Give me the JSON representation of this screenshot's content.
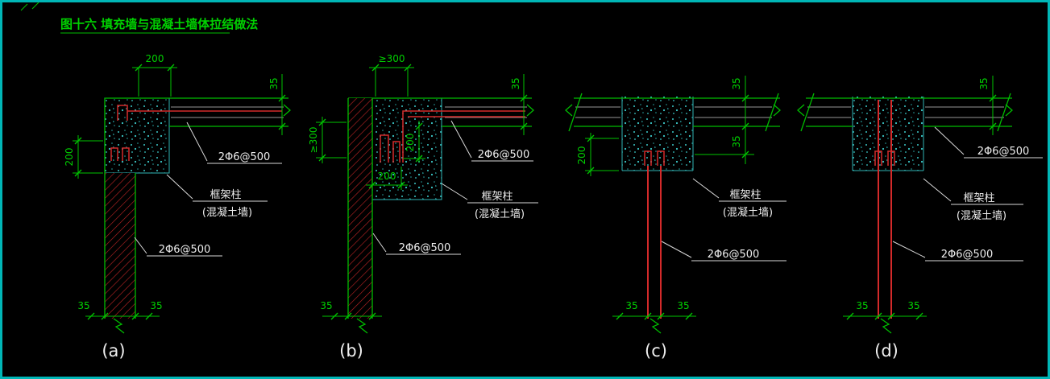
{
  "title": "图十六 填充墙与混凝土墙体拉结做法",
  "colors": {
    "background": "#000000",
    "frame": "#00b6b6",
    "dimension_green": "#00c400",
    "rebar_red": "#d42a2a",
    "annotation_white": "#ededed",
    "concrete_speckle": "#3cc9c9"
  },
  "details": [
    {
      "label": "(a)",
      "dimensions": {
        "top_width": "200",
        "slab_thickness": "35",
        "left_height": "200",
        "bottom_left": "35",
        "bottom_right": "35"
      },
      "annotations": {
        "slab_rebar": "2Φ6@500",
        "frame_column": "框架柱",
        "frame_column_sub": "(混凝土墙)",
        "wall_rebar": "2Φ6@500"
      }
    },
    {
      "label": "(b)",
      "dimensions": {
        "top_width": "≥300",
        "slab_thickness": "35",
        "left_height": "≥300",
        "inner_height": "200",
        "inner_width": "200",
        "bottom_left": "35"
      },
      "annotations": {
        "slab_rebar": "2Φ6@500",
        "frame_column": "框架柱",
        "frame_column_sub": "(混凝土墙)",
        "wall_rebar": "2Φ6@500"
      }
    },
    {
      "label": "(c)",
      "dimensions": {
        "slab_thickness": "35",
        "slab_lower": "35",
        "left_height": "200",
        "bottom_left": "35",
        "bottom_right": "35"
      },
      "annotations": {
        "frame_column": "框架柱",
        "frame_column_sub": "(混凝土墙)",
        "wall_rebar": "2Φ6@500"
      }
    },
    {
      "label": "(d)",
      "dimensions": {
        "slab_thickness": "35",
        "bottom_left": "35",
        "bottom_right": "35"
      },
      "annotations": {
        "slab_rebar": "2Φ6@500",
        "frame_column": "框架柱",
        "frame_column_sub": "(混凝土墙)",
        "wall_rebar": "2Φ6@500"
      }
    }
  ]
}
